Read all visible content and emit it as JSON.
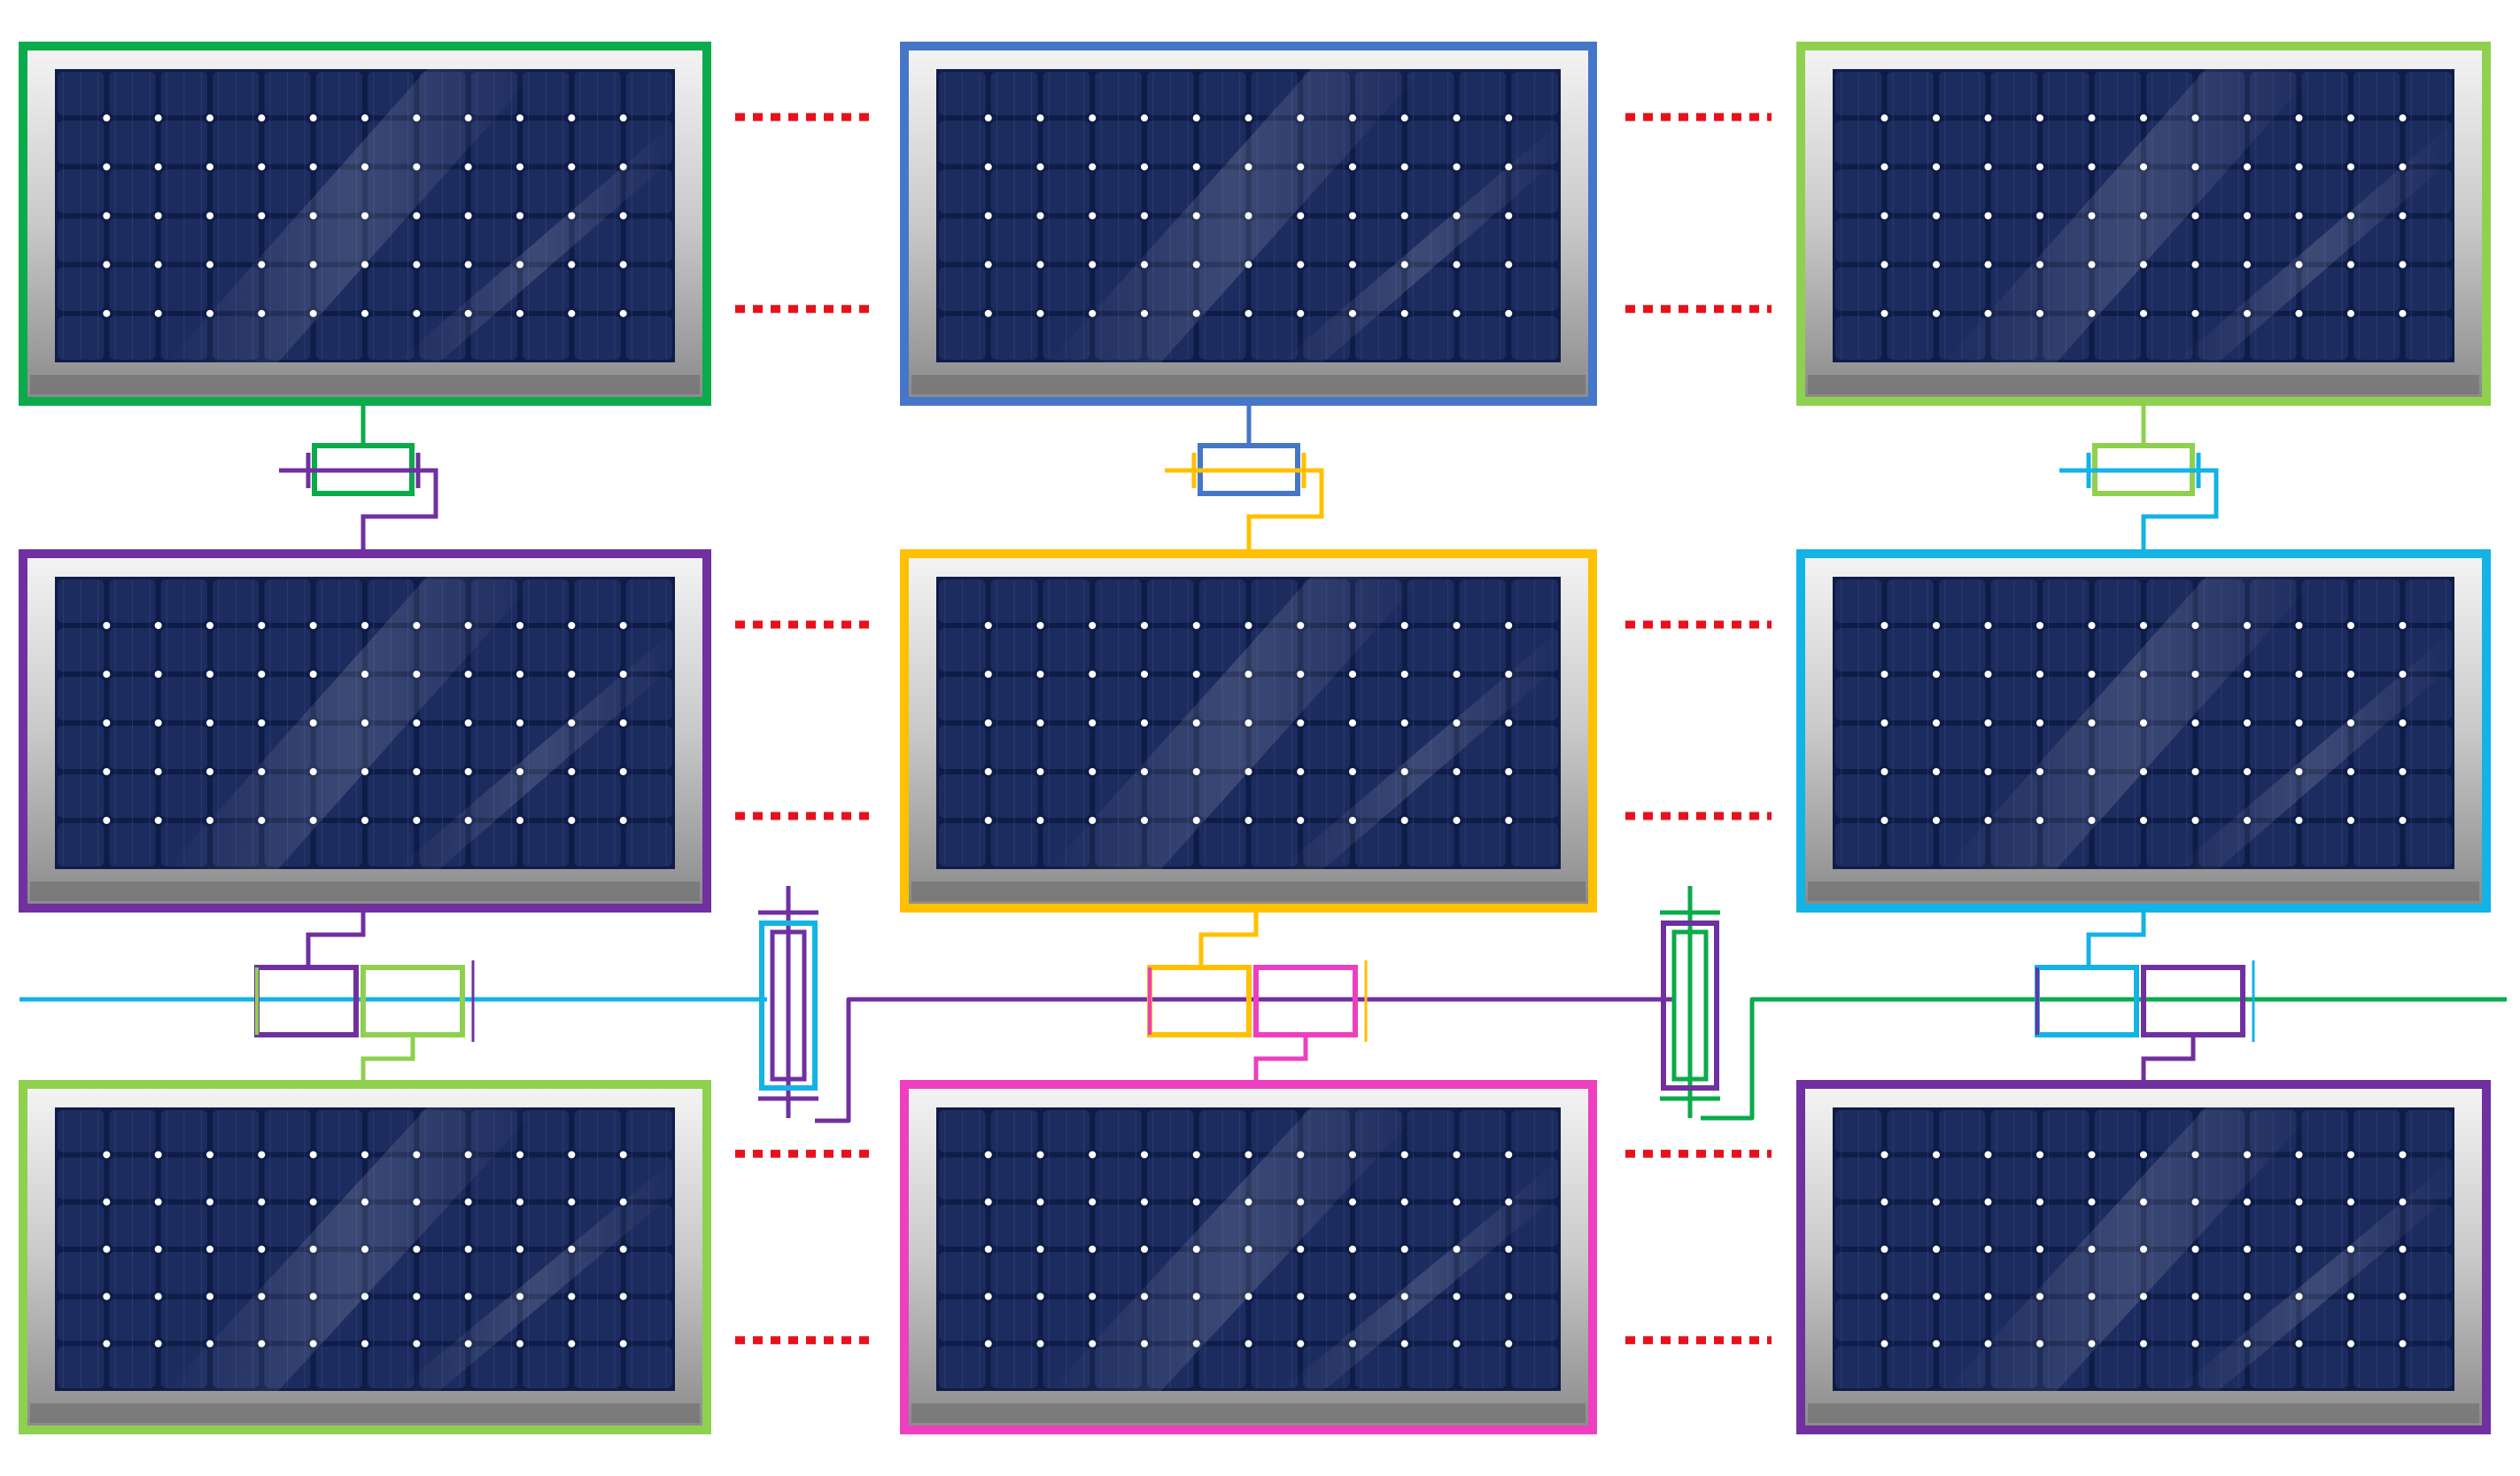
{
  "colors": {
    "background": "#ffffff",
    "panel_glass": "#0e1c48",
    "panel_cell": "#1d2c5f",
    "panel_cell_line": "#3a4b82",
    "panel_dot": "#ffffff",
    "frame_light": "#ececec",
    "frame_mid": "#a7a7a7",
    "frame_dark": "#6a6a6a",
    "dashed_link": "#e8111b",
    "green": "#0aab4a",
    "blue": "#4676c8",
    "lime": "#8fd14f",
    "purple": "#7030a0",
    "gold": "#ffc000",
    "cyan": "#13b3e6",
    "magenta": "#ee3fc0"
  },
  "panels": [
    {
      "row": 1,
      "col": 1,
      "border": "green"
    },
    {
      "row": 1,
      "col": 2,
      "border": "blue"
    },
    {
      "row": 1,
      "col": 3,
      "border": "lime"
    },
    {
      "row": 2,
      "col": 1,
      "border": "purple"
    },
    {
      "row": 2,
      "col": 2,
      "border": "gold"
    },
    {
      "row": 2,
      "col": 3,
      "border": "cyan"
    },
    {
      "row": 3,
      "col": 1,
      "border": "lime"
    },
    {
      "row": 3,
      "col": 2,
      "border": "magenta"
    },
    {
      "row": 3,
      "col": 3,
      "border": "purple"
    }
  ],
  "panel_grid": {
    "cell_columns": 12,
    "cell_rows": 6
  },
  "dashed_links": {
    "color": "dashed_link",
    "count_per_gap": 2
  },
  "connectors": [
    {
      "name": "connector-r1c1-r2c1",
      "colors": [
        "green",
        "purple"
      ]
    },
    {
      "name": "connector-r1c2-r2c2",
      "colors": [
        "blue",
        "gold"
      ]
    },
    {
      "name": "connector-r1c3-r2c3",
      "colors": [
        "lime",
        "cyan"
      ]
    },
    {
      "name": "connector-r2c1-r3c1",
      "colors": [
        "purple",
        "lime"
      ]
    },
    {
      "name": "connector-r2c2-r3c2",
      "colors": [
        "gold",
        "magenta"
      ]
    },
    {
      "name": "connector-r2c3-r3c3",
      "colors": [
        "cyan",
        "purple"
      ]
    },
    {
      "name": "vertical-connector-left",
      "colors": [
        "cyan",
        "purple"
      ]
    },
    {
      "name": "vertical-connector-right",
      "colors": [
        "purple",
        "green"
      ]
    }
  ],
  "bus_lines": [
    {
      "name": "bus-line-left",
      "color": "cyan"
    },
    {
      "name": "bus-line-middle",
      "color": "purple"
    },
    {
      "name": "bus-line-right",
      "color": "green"
    }
  ]
}
